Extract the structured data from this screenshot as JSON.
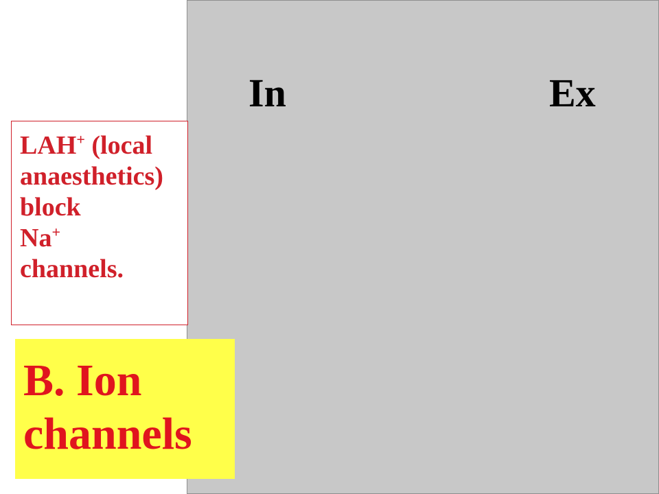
{
  "diagram": {
    "label_in": "In",
    "label_ex": "Ex"
  },
  "callout": {
    "line1_prefix": "LAH",
    "line1_sup": "+",
    "line1_suffix": " (local",
    "line2": "anaesthetics)",
    "line3": "block",
    "line4_prefix": "Na",
    "line4_sup": "+",
    "line5": "channels."
  },
  "title": {
    "line1": "B. Ion",
    "line2": "channels"
  },
  "colors": {
    "callout_text": "#d0202a",
    "title_text": "#e0141e",
    "title_background": "#ffff4a"
  }
}
